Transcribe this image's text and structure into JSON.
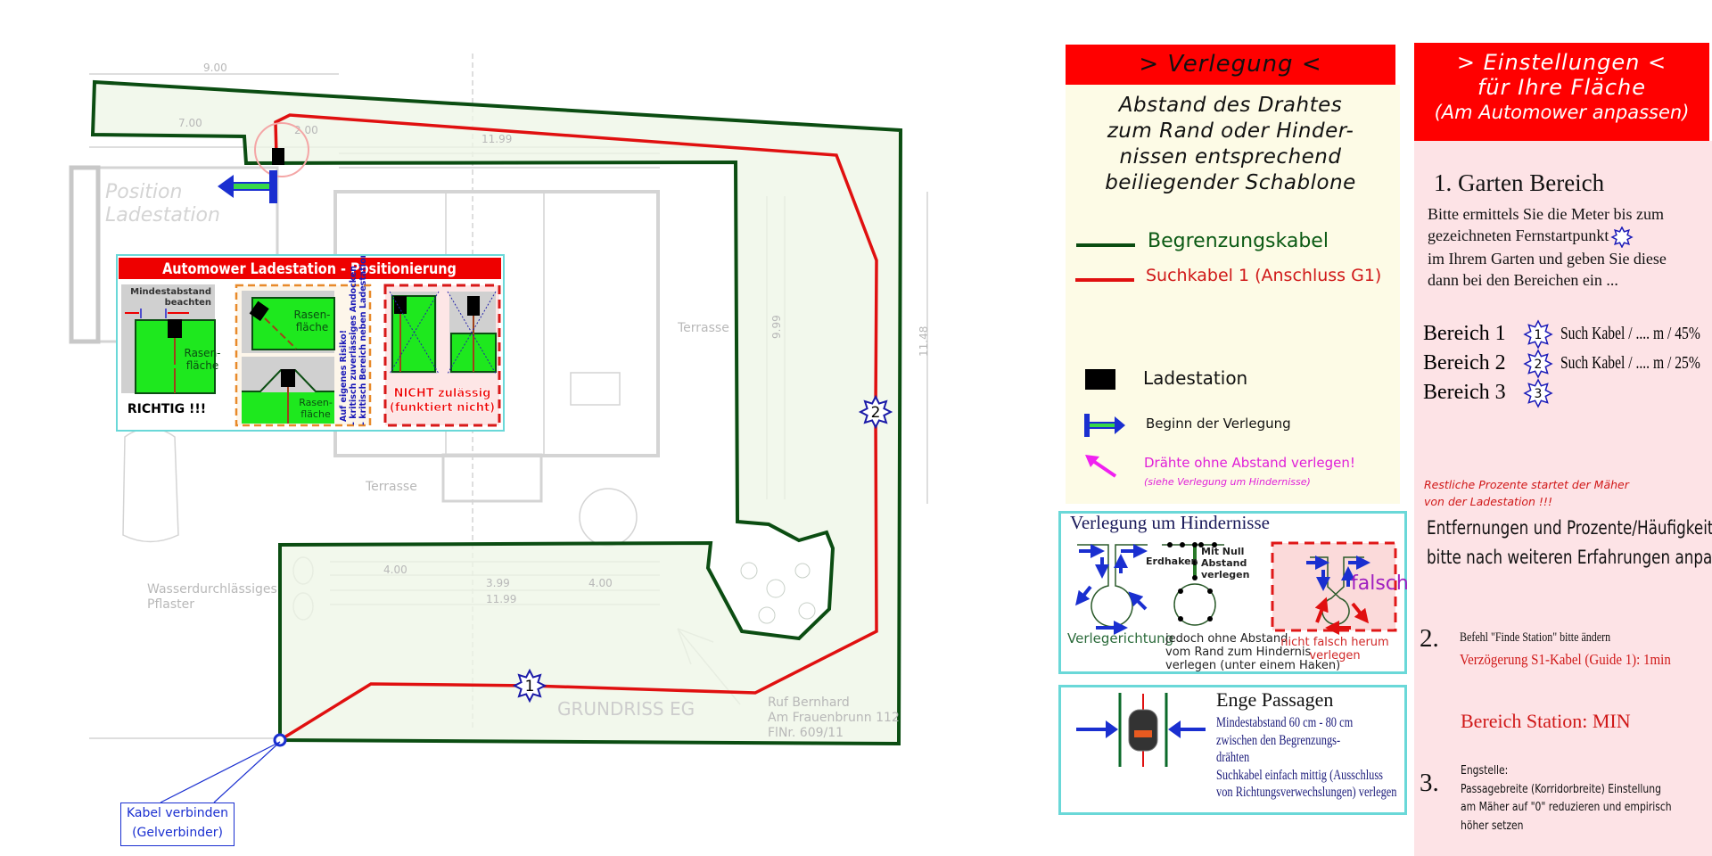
{
  "plan": {
    "labels": {
      "position_ladestation": [
        "Position",
        "Ladestation"
      ],
      "terrasse_east": "Terrasse",
      "terrasse_south": "Terrasse",
      "pflaster": [
        "Wasserdurchlässiges",
        "Pflaster"
      ],
      "grundriss": "GRUNDRISS EG",
      "owner": [
        "Ruf Bernhard",
        "Am Frauenbrunn 112",
        "FlNr. 609/11"
      ],
      "dimensions": [
        "9.00",
        "7.00",
        "2.00",
        "11.99",
        "11.48",
        "9.99",
        "11.99",
        "4.00",
        "3.99",
        "4.00"
      ]
    },
    "markers": [
      {
        "number": "1"
      },
      {
        "number": "2"
      }
    ],
    "connector_label": [
      "Kabel verbinden",
      "(Gelverbinder)"
    ],
    "colors": {
      "boundary": "#0b4d12",
      "guide": "#e01010",
      "lawn": "#eef6e6",
      "marker": "#1a1aa8"
    }
  },
  "inset": {
    "title": "Automower Ladestation - Positionierung",
    "mindestabstand": [
      "Mindestabstand",
      "beachten"
    ],
    "rasenflaeche": [
      "Rasen-",
      "fläche"
    ],
    "richtig": "RICHTIG !!!",
    "risk_notes": [
      "Auf eigenes Risiko!",
      "- kritisch zuverlässiges Andocken",
      "- kritisch Bereich neben Ladestation"
    ],
    "not_allowed": [
      "NICHT zulässig",
      "(funktiert nicht)"
    ]
  },
  "verlegung": {
    "header": "> Verlegung <",
    "description": [
      "Abstand des Drahtes",
      "zum Rand oder Hinder-",
      "nissen entsprechend",
      "beiliegender Schablone"
    ],
    "legend": {
      "boundary": "Begrenzungskabel",
      "guide": "Suchkabel 1 (Anschluss G1)",
      "station": "Ladestation",
      "start": "Beginn der Verlegung",
      "no_gap": "Drähte ohne Abstand verlegen!",
      "no_gap_note": "(siehe Verlegung um Hindernisse)"
    },
    "obstacles": {
      "title": "Verlegung um Hindernisse",
      "direction": "Verlegerichtung",
      "erdhaken": "Erdhaken",
      "zero_gap": [
        "Mit Null",
        "Abstand",
        "verlegen"
      ],
      "note": [
        "jedoch ohne Abstand",
        "vom Rand zum Hindernis",
        "verlegen (unter einem Haken)"
      ],
      "wrong": "falsch",
      "wrong_note": [
        "nicht falsch herum",
        "verlegen"
      ]
    },
    "passages": {
      "title": "Enge Passagen",
      "lines": [
        "Mindestabstand 60 cm - 80 cm",
        "zwischen den Begrenzungs-",
        "drähten",
        "Suchkabel einfach mittig (Ausschluss",
        "von Richtungsverwechslungen) verlegen"
      ]
    }
  },
  "einstellungen": {
    "header": [
      "> Einstellungen <",
      "für Ihre Fläche",
      "(Am Automower anpassen)"
    ],
    "section1": {
      "title": "1. Garten Bereich",
      "text": [
        "Bitte ermittels Sie die Meter bis zum",
        "gezeichneten Fernstartpunkt",
        "im Ihrem Garten und geben Sie diese",
        "dann bei den Bereichen ein ..."
      ],
      "areas": [
        {
          "label": "Bereich 1",
          "number": "1",
          "value": "Such Kabel / .... m / 45%"
        },
        {
          "label": "Bereich 2",
          "number": "2",
          "value": "Such Kabel / .... m / 25%"
        },
        {
          "label": "Bereich 3",
          "number": "3",
          "value": ""
        }
      ],
      "rest_note": [
        "Restliche Prozente  startet der Mäher",
        "von der Ladestation !!!"
      ],
      "adjust_note": [
        "Entfernungen und Prozente/Häufigkeit",
        "bitte nach weiteren Erfahrungen anpassen"
      ]
    },
    "section2": {
      "number": "2.",
      "text": "Befehl \"Finde Station\" bitte ändern",
      "delay": "Verzögerung S1-Kabel (Guide 1): 1min",
      "station_area": "Bereich Station: MIN"
    },
    "section3": {
      "number": "3.",
      "title": "Engstelle:",
      "text": [
        "Passagebreite (Korridorbreite) Einstellung",
        "am Mäher auf \"0\" reduzieren und empirisch",
        "höher setzen"
      ]
    }
  }
}
